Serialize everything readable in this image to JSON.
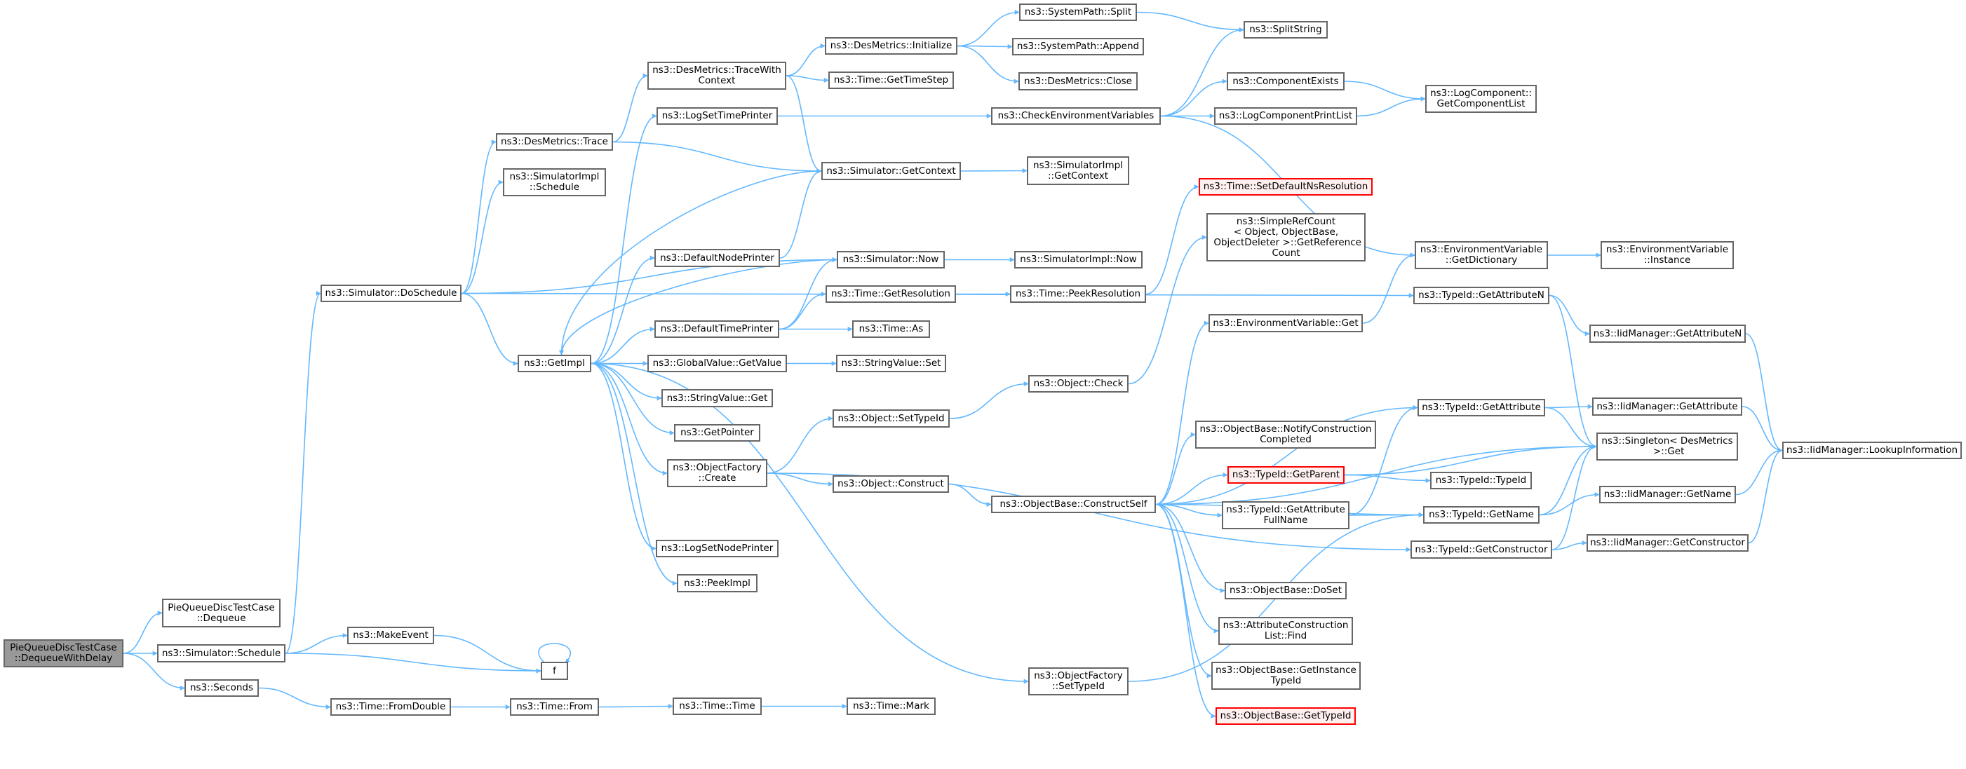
{
  "colors": {
    "edge": "#63b8ff",
    "node_border": "#666666",
    "root_fill": "#999999",
    "truncated_border": "#ff0000",
    "truncated_fill": "#fff0f0"
  },
  "graph": {
    "nodes": [
      {
        "lines": [
          "PieQueueDiscTestCase",
          "::DequeueWithDelay"
        ]
      },
      {
        "lines": [
          "PieQueueDiscTestCase",
          "::Dequeue"
        ]
      },
      {
        "lines": [
          "ns3::Simulator::Schedule"
        ]
      },
      {
        "lines": [
          "ns3::Seconds"
        ]
      },
      {
        "lines": [
          "ns3::MakeEvent"
        ]
      },
      {
        "lines": [
          "f"
        ]
      },
      {
        "lines": [
          "ns3::Time::FromDouble"
        ]
      },
      {
        "lines": [
          "ns3::Time::From"
        ]
      },
      {
        "lines": [
          "ns3::Time::Time"
        ]
      },
      {
        "lines": [
          "ns3::Time::Mark"
        ]
      },
      {
        "lines": [
          "ns3::Simulator::DoSchedule"
        ]
      },
      {
        "lines": [
          "ns3::DesMetrics::Trace"
        ]
      },
      {
        "lines": [
          "ns3::SimulatorImpl",
          "::Schedule"
        ]
      },
      {
        "lines": [
          "ns3::GetImpl"
        ]
      },
      {
        "lines": [
          "ns3::DesMetrics::TraceWith",
          "Context"
        ]
      },
      {
        "lines": [
          "ns3::LogSetTimePrinter"
        ]
      },
      {
        "lines": [
          "ns3::DefaultNodePrinter"
        ]
      },
      {
        "lines": [
          "ns3::DefaultTimePrinter"
        ]
      },
      {
        "lines": [
          "ns3::GlobalValue::GetValue"
        ]
      },
      {
        "lines": [
          "ns3::StringValue::Get"
        ]
      },
      {
        "lines": [
          "ns3::GetPointer"
        ]
      },
      {
        "lines": [
          "ns3::ObjectFactory",
          "::Create"
        ]
      },
      {
        "lines": [
          "ns3::LogSetNodePrinter"
        ]
      },
      {
        "lines": [
          "ns3::PeekImpl"
        ]
      },
      {
        "lines": [
          "ns3::DesMetrics::Initialize"
        ]
      },
      {
        "lines": [
          "ns3::Time::GetTimeStep"
        ]
      },
      {
        "lines": [
          "ns3::Simulator::GetContext"
        ]
      },
      {
        "lines": [
          "ns3::Simulator::Now"
        ]
      },
      {
        "lines": [
          "ns3::Time::GetResolution"
        ]
      },
      {
        "lines": [
          "ns3::Time::As"
        ]
      },
      {
        "lines": [
          "ns3::StringValue::Set"
        ]
      },
      {
        "lines": [
          "ns3::Object::SetTypeId"
        ]
      },
      {
        "lines": [
          "ns3::Object::Construct"
        ]
      },
      {
        "lines": [
          "ns3::ObjectFactory",
          "::SetTypeId"
        ]
      },
      {
        "lines": [
          "ns3::SystemPath::Split"
        ]
      },
      {
        "lines": [
          "ns3::SystemPath::Append"
        ]
      },
      {
        "lines": [
          "ns3::DesMetrics::Close"
        ]
      },
      {
        "lines": [
          "ns3::CheckEnvironmentVariables"
        ]
      },
      {
        "lines": [
          "ns3::SimulatorImpl",
          "::GetContext"
        ]
      },
      {
        "lines": [
          "ns3::SimulatorImpl::Now"
        ]
      },
      {
        "lines": [
          "ns3::Time::PeekResolution"
        ]
      },
      {
        "lines": [
          "ns3::Object::Check"
        ]
      },
      {
        "lines": [
          "ns3::ObjectBase::ConstructSelf"
        ]
      },
      {
        "lines": [
          "ns3::SplitString"
        ]
      },
      {
        "lines": [
          "ns3::ComponentExists"
        ]
      },
      {
        "lines": [
          "ns3::LogComponentPrintList"
        ]
      },
      {
        "lines": [
          "ns3::Time::SetDefaultNsResolution"
        ]
      },
      {
        "lines": [
          "ns3::SimpleRefCount",
          "< Object, ObjectBase,",
          " ObjectDeleter >::GetReference",
          "Count"
        ]
      },
      {
        "lines": [
          "ns3::EnvironmentVariable::Get"
        ]
      },
      {
        "lines": [
          "ns3::ObjectBase::NotifyConstruction",
          "Completed"
        ]
      },
      {
        "lines": [
          "ns3::TypeId::GetParent"
        ]
      },
      {
        "lines": [
          "ns3::TypeId::GetAttribute",
          "FullName"
        ]
      },
      {
        "lines": [
          "ns3::ObjectBase::DoSet"
        ]
      },
      {
        "lines": [
          "ns3::AttributeConstruction",
          "List::Find"
        ]
      },
      {
        "lines": [
          "ns3::ObjectBase::GetInstance",
          "TypeId"
        ]
      },
      {
        "lines": [
          "ns3::ObjectBase::GetTypeId"
        ]
      },
      {
        "lines": [
          "ns3::LogComponent::",
          "GetComponentList"
        ]
      },
      {
        "lines": [
          "ns3::EnvironmentVariable",
          "::GetDictionary"
        ]
      },
      {
        "lines": [
          "ns3::EnvironmentVariable",
          "::Instance"
        ]
      },
      {
        "lines": [
          "ns3::TypeId::GetAttributeN"
        ]
      },
      {
        "lines": [
          "ns3::IidManager::GetAttributeN"
        ]
      },
      {
        "lines": [
          "ns3::TypeId::GetAttribute"
        ]
      },
      {
        "lines": [
          "ns3::IidManager::GetAttribute"
        ]
      },
      {
        "lines": [
          "ns3::Singleton< DesMetrics",
          " >::Get"
        ]
      },
      {
        "lines": [
          "ns3::TypeId::TypeId"
        ]
      },
      {
        "lines": [
          "ns3::IidManager::GetName"
        ]
      },
      {
        "lines": [
          "ns3::TypeId::GetName"
        ]
      },
      {
        "lines": [
          "ns3::TypeId::GetConstructor"
        ]
      },
      {
        "lines": [
          "ns3::IidManager::GetConstructor"
        ]
      },
      {
        "lines": [
          "ns3::IidManager::LookupInformation"
        ]
      }
    ],
    "edges": [
      [
        0,
        1
      ],
      [
        0,
        2
      ],
      [
        0,
        3
      ],
      [
        2,
        10
      ],
      [
        2,
        4
      ],
      [
        2,
        5
      ],
      [
        4,
        5
      ],
      [
        5,
        5
      ],
      [
        3,
        6
      ],
      [
        6,
        7
      ],
      [
        7,
        8
      ],
      [
        8,
        9
      ],
      [
        10,
        11
      ],
      [
        10,
        12
      ],
      [
        10,
        27
      ],
      [
        10,
        13
      ],
      [
        10,
        59
      ],
      [
        11,
        14
      ],
      [
        11,
        26
      ],
      [
        14,
        24
      ],
      [
        14,
        25
      ],
      [
        14,
        26
      ],
      [
        13,
        15
      ],
      [
        13,
        16
      ],
      [
        13,
        17
      ],
      [
        13,
        18
      ],
      [
        13,
        19
      ],
      [
        13,
        20
      ],
      [
        13,
        21
      ],
      [
        13,
        22
      ],
      [
        13,
        23
      ],
      [
        13,
        33
      ],
      [
        26,
        13
      ],
      [
        27,
        13
      ],
      [
        16,
        26
      ],
      [
        17,
        27
      ],
      [
        17,
        28
      ],
      [
        17,
        29
      ],
      [
        18,
        30
      ],
      [
        15,
        37
      ],
      [
        26,
        38
      ],
      [
        27,
        39
      ],
      [
        28,
        40
      ],
      [
        40,
        46
      ],
      [
        24,
        34
      ],
      [
        24,
        35
      ],
      [
        24,
        36
      ],
      [
        34,
        43
      ],
      [
        37,
        43
      ],
      [
        37,
        44
      ],
      [
        37,
        45
      ],
      [
        37,
        57
      ],
      [
        44,
        56
      ],
      [
        45,
        56
      ],
      [
        57,
        58
      ],
      [
        21,
        31
      ],
      [
        21,
        32
      ],
      [
        21,
        67
      ],
      [
        31,
        41
      ],
      [
        41,
        47
      ],
      [
        32,
        42
      ],
      [
        33,
        66
      ],
      [
        42,
        48
      ],
      [
        42,
        61
      ],
      [
        42,
        49
      ],
      [
        42,
        50
      ],
      [
        42,
        51
      ],
      [
        42,
        66
      ],
      [
        42,
        52
      ],
      [
        42,
        53
      ],
      [
        42,
        54
      ],
      [
        42,
        55
      ],
      [
        42,
        63
      ],
      [
        48,
        57
      ],
      [
        50,
        64
      ],
      [
        50,
        63
      ],
      [
        51,
        61
      ],
      [
        51,
        66
      ],
      [
        59,
        60
      ],
      [
        59,
        63
      ],
      [
        61,
        62
      ],
      [
        61,
        63
      ],
      [
        66,
        65
      ],
      [
        66,
        63
      ],
      [
        67,
        68
      ],
      [
        67,
        63
      ],
      [
        60,
        69
      ],
      [
        62,
        69
      ],
      [
        65,
        69
      ],
      [
        68,
        69
      ]
    ]
  }
}
